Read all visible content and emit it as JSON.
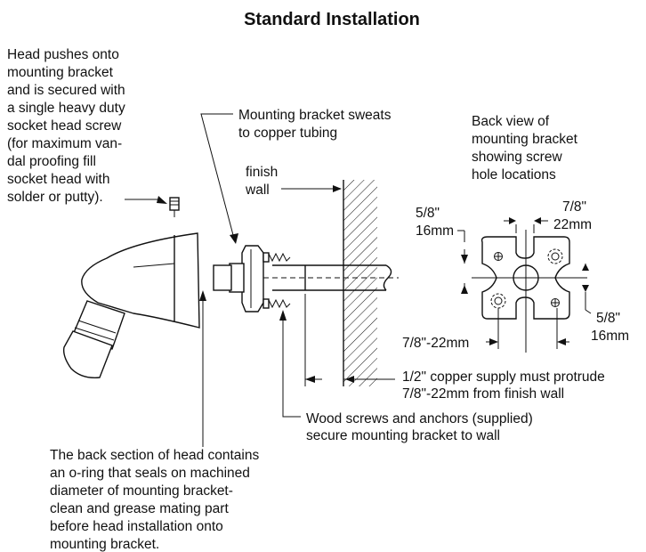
{
  "title": "Standard Installation",
  "callouts": {
    "head_pushes": [
      "Head pushes onto",
      "mounting bracket",
      "and is secured with",
      "a single heavy duty",
      "socket head screw",
      "(for maximum van-",
      "dal proofing fill",
      "socket head with",
      "solder or putty)."
    ],
    "bracket_sweats": [
      "Mounting bracket sweats",
      "to copper tubing"
    ],
    "finish_wall": [
      "finish",
      "wall"
    ],
    "back_view": [
      "Back view of",
      "mounting bracket",
      "showing screw",
      "hole locations"
    ],
    "back_section": [
      "The back section of head contains",
      "an o-ring that seals on machined",
      "diameter of mounting bracket-",
      "clean and grease mating part",
      "before head installation onto",
      "mounting bracket."
    ],
    "copper_supply": [
      "1/2\" copper supply must protrude",
      "7/8\"-22mm from finish wall"
    ],
    "wood_screws": [
      "Wood screws and anchors (supplied)",
      "secure mounting bracket to wall"
    ]
  },
  "dimensions": {
    "left_top": [
      "5/8\"",
      "16mm"
    ],
    "right_top": [
      "7/8\"",
      "22mm"
    ],
    "right_side": [
      "5/8\"",
      "16mm"
    ],
    "bottom": "7/8\"-22mm"
  }
}
